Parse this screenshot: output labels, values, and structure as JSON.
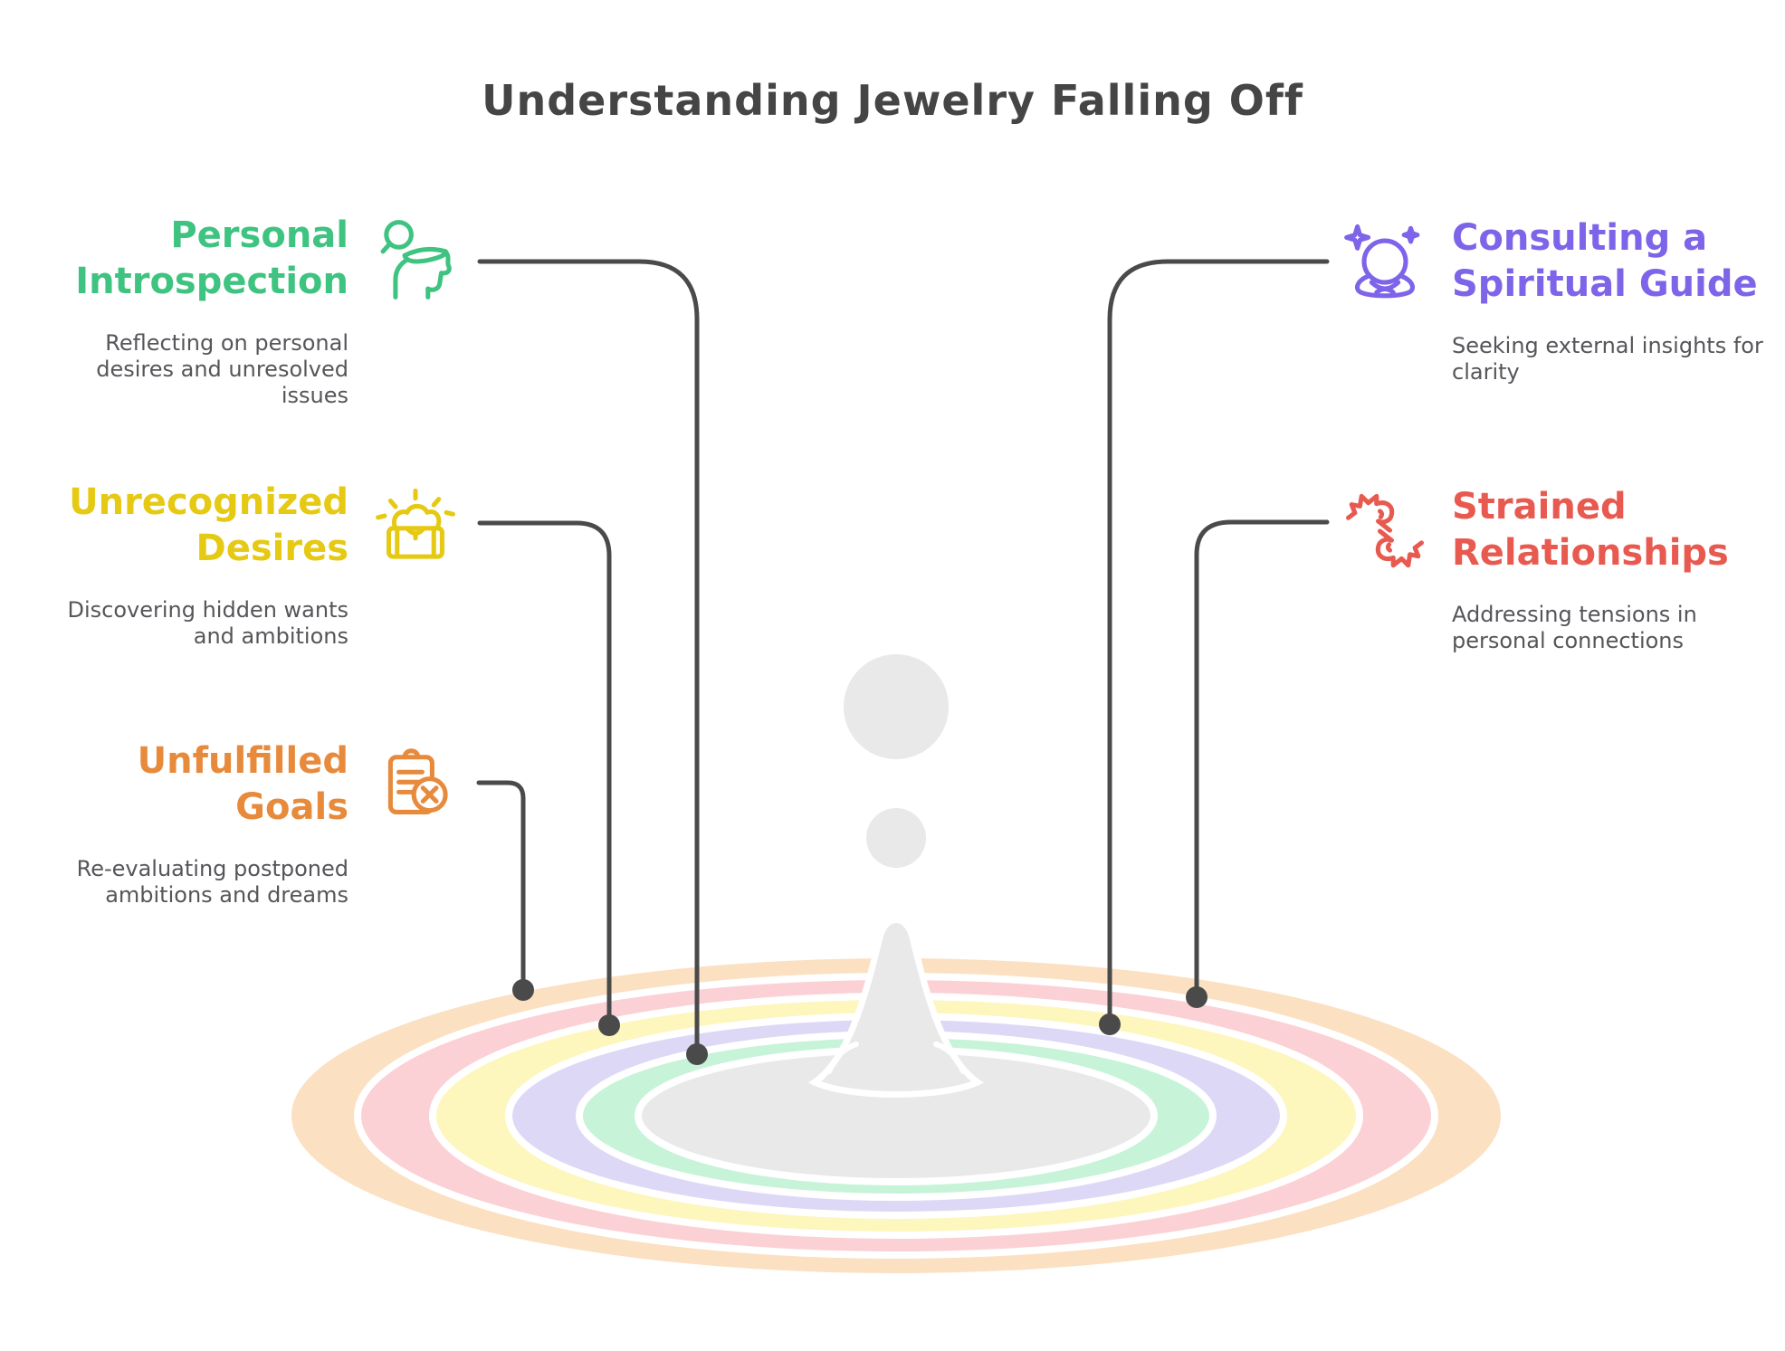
{
  "title": "Understanding Jewelry Falling Off",
  "title_color": "#454545",
  "text_color": "#55565a",
  "connector": {
    "color": "#4a4a4a"
  },
  "items": [
    {
      "side": "left",
      "title": "Personal Introspection",
      "description": "Reflecting on personal desires and unresolved issues",
      "color": "#3fc380",
      "icon": "introspection-open-head-icon"
    },
    {
      "side": "left",
      "title": "Unrecognized Desires",
      "description": "Discovering hidden wants and ambitions",
      "color": "#e5c913",
      "icon": "treasure-chest-icon"
    },
    {
      "side": "left",
      "title": "Unfulfilled Goals",
      "description": "Re-evaluating postponed ambitions and dreams",
      "color": "#e78a3c",
      "icon": "clipboard-x-icon"
    },
    {
      "side": "right",
      "title": "Consulting a Spiritual Guide",
      "description": "Seeking external insights for clarity",
      "color": "#7e64e8",
      "icon": "crystal-ball-sparkles-icon"
    },
    {
      "side": "right",
      "title": "Strained Relationships",
      "description": "Addressing tensions in personal connections",
      "color": "#e85a50",
      "icon": "conflict-hands-icon"
    }
  ],
  "ripple": {
    "rings": [
      "#fbe0c2",
      "#fbd1d6",
      "#fdf6bd",
      "#ded8f7",
      "#c7f3d9",
      "#e9e9e9"
    ],
    "droplet_color": "#e9e9e9"
  }
}
